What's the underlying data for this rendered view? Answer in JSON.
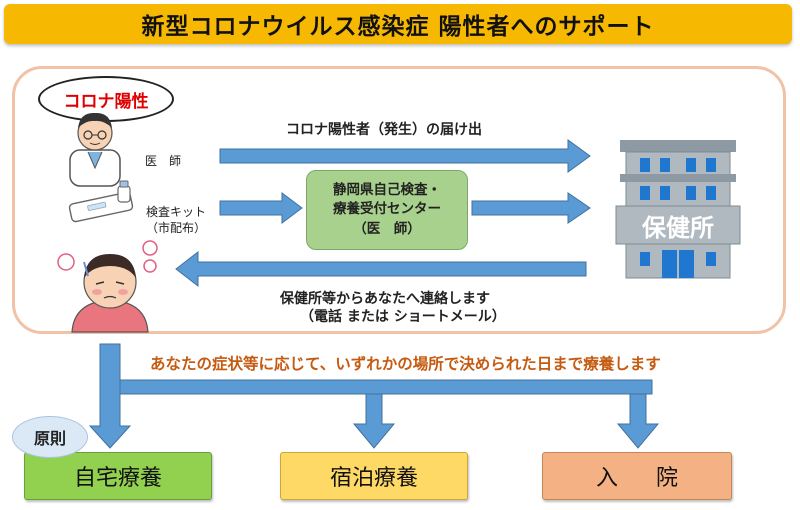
{
  "title": "新型コロナウイルス感染症 陽性者へのサポート",
  "tag": "コロナ陽性",
  "doctor_label": "医　師",
  "kit_label_1": "検査キット",
  "kit_label_2": "（市配布）",
  "top_message": "コロナ陽性者（発生）の届け出",
  "center_box": {
    "line1": "静岡県自己検査・",
    "line2": "療養受付センター",
    "line3": "（医　師）"
  },
  "health_center": "保健所",
  "contact_line1": "保健所等からあなたへ連絡します",
  "contact_line2": "（電話 または ショートメール）",
  "caption": "あなたの症状等に応じて、いずれかの場所で決められた日まで療養します",
  "principle": "原則",
  "destinations": {
    "home": "自宅療養",
    "hotel": "宿泊療養",
    "hospital": "入院"
  },
  "colors": {
    "title_bg": "#f6b800",
    "tag_text": "#e00000",
    "arrow": "#5b9bd5",
    "caption": "#c55a11",
    "home_box": "#92d050",
    "hotel_box": "#ffd966",
    "hospital_box": "#f4b183",
    "center_box": "#a9d18e"
  }
}
